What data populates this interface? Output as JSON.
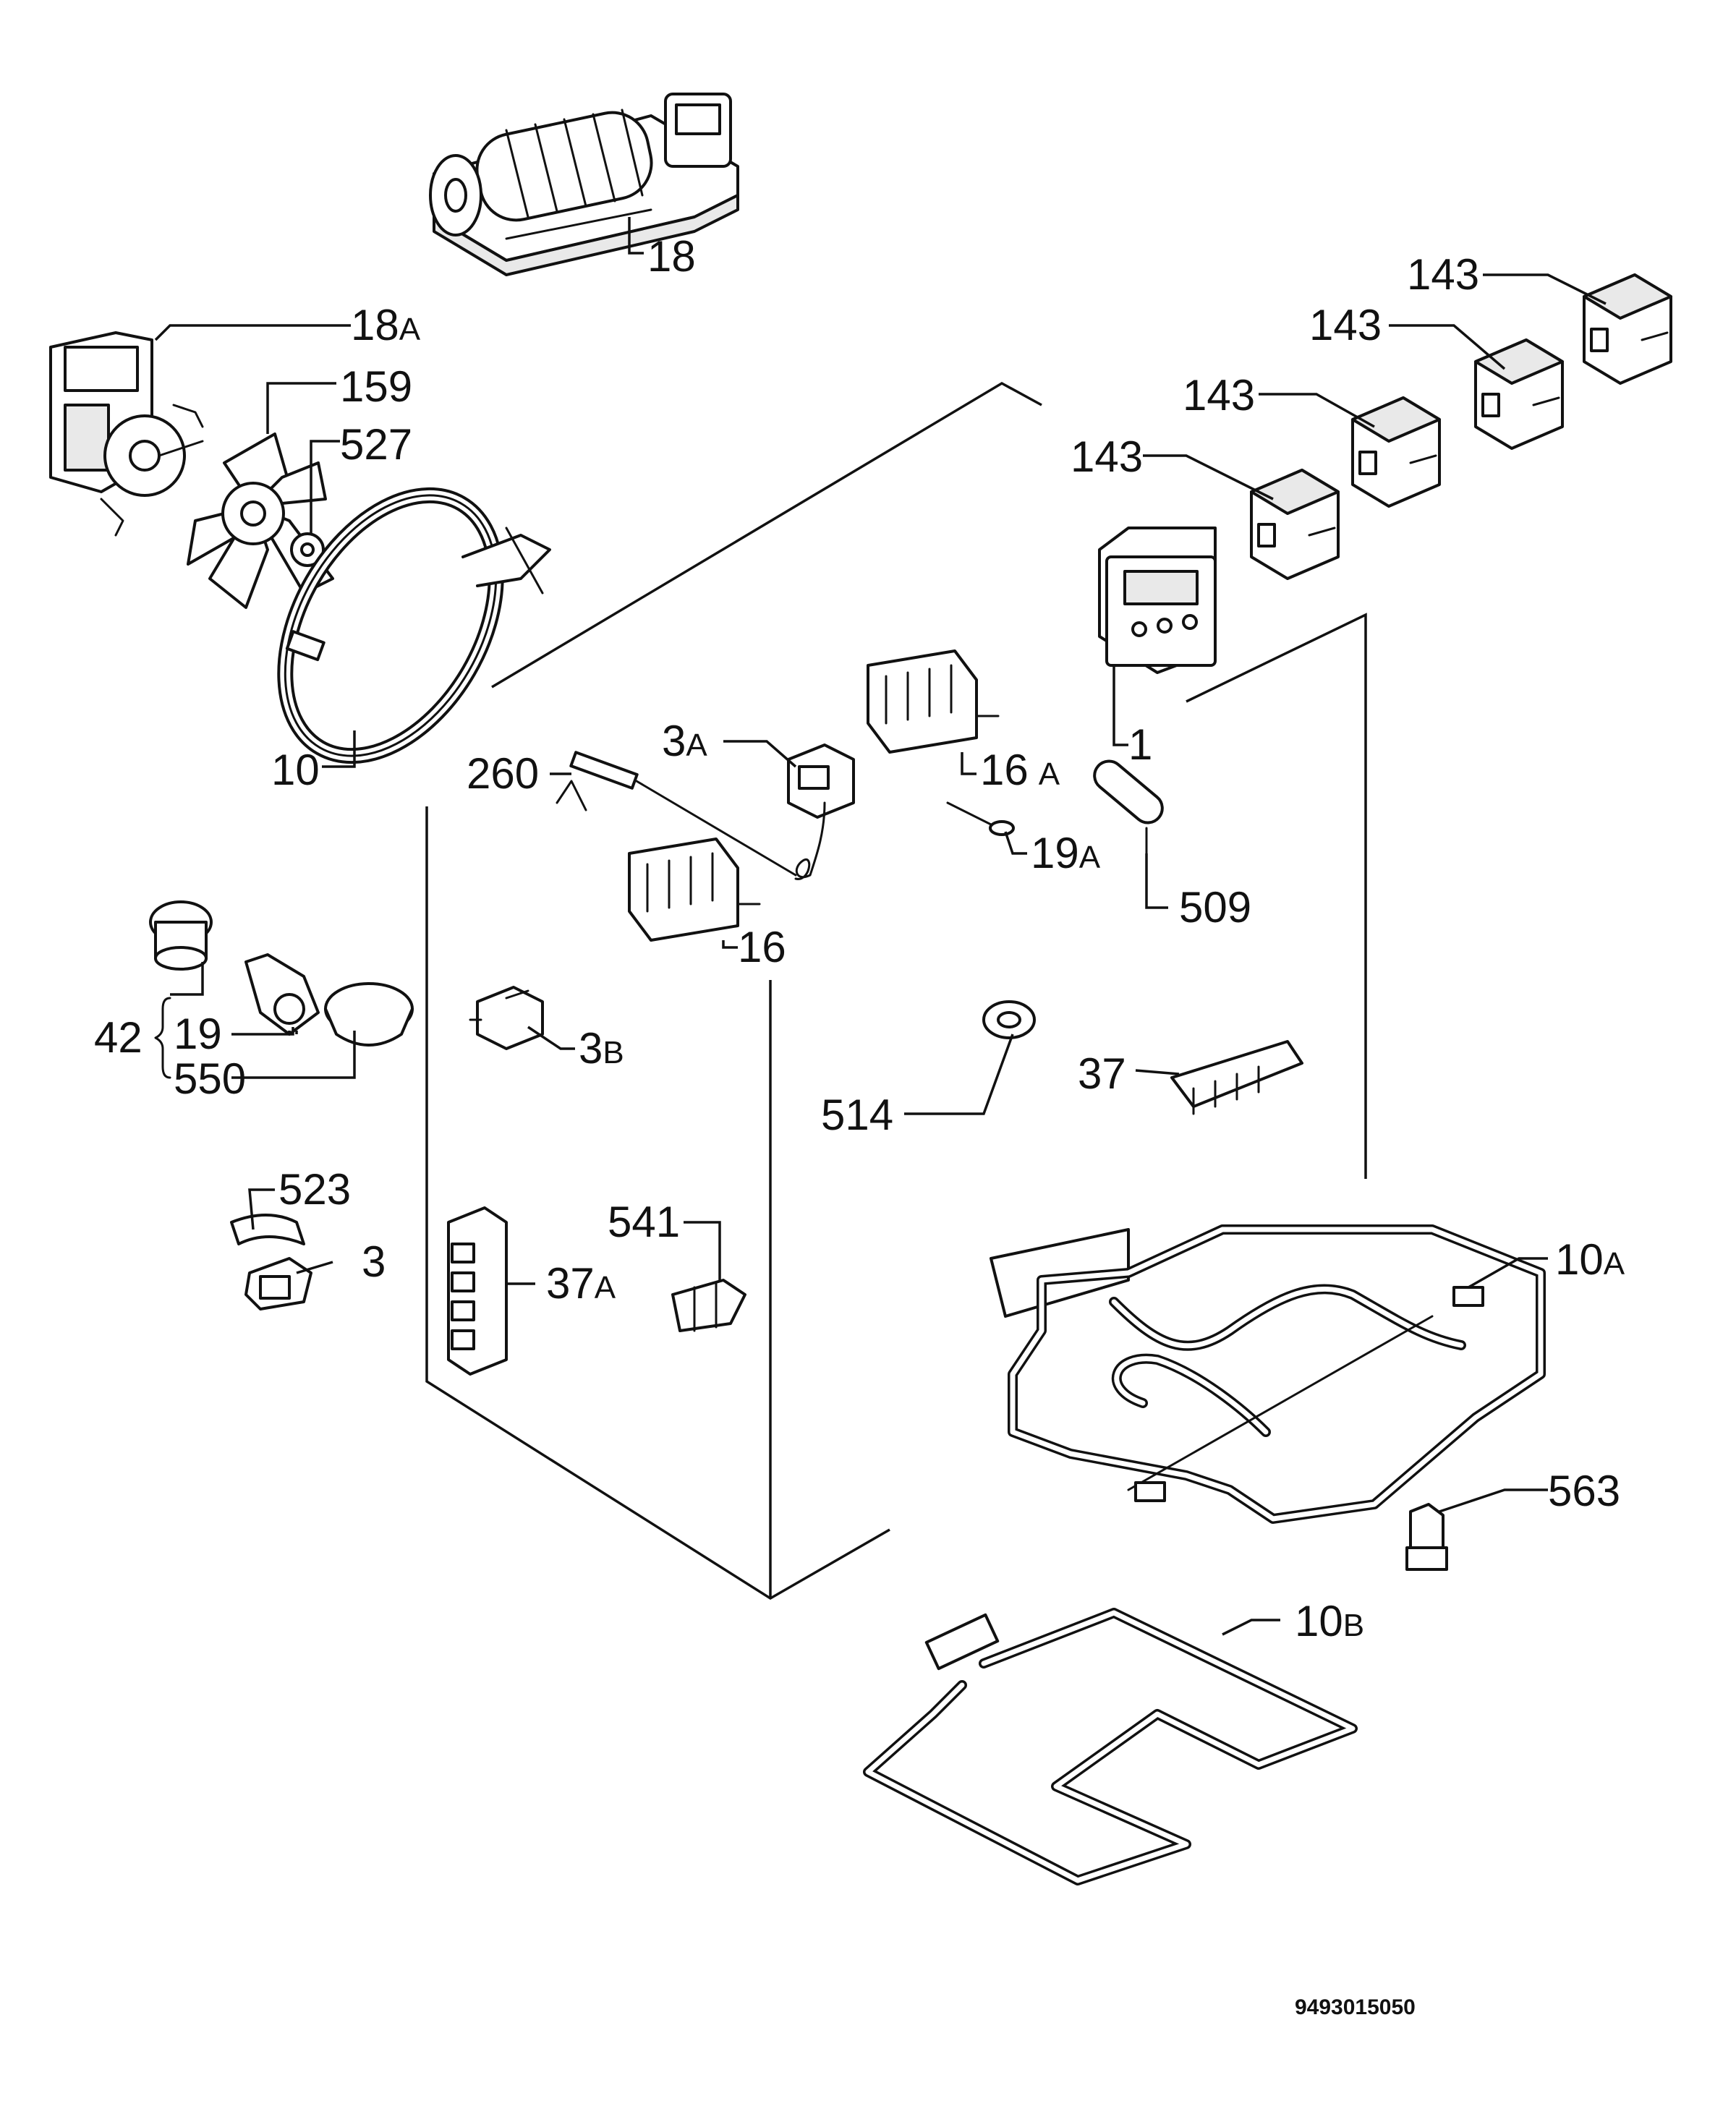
{
  "diagram": {
    "document_number": "9493015050",
    "callouts": {
      "c18": "18",
      "c18a_num": "18",
      "c18a_suf": "A",
      "c159": "159",
      "c527": "527",
      "c10": "10",
      "c143_1": "143",
      "c143_2": "143",
      "c143_3": "143",
      "c143_4": "143",
      "c1": "1",
      "c3a_num": "3",
      "c3a_suf": "A",
      "c16a_num": "16",
      "c16a_suf": "A",
      "c260": "260",
      "c19a_num": "19",
      "c19a_suf": "A",
      "c509": "509",
      "c16": "16",
      "c42": "42",
      "c19": "19",
      "c550": "550",
      "c3b_num": "3",
      "c3b_suf": "B",
      "c514": "514",
      "c37": "37",
      "c523": "523",
      "c3": "3",
      "c541": "541",
      "c37a_num": "37",
      "c37a_suf": "A",
      "c10a_num": "10",
      "c10a_suf": "A",
      "c563": "563",
      "c10b_num": "10",
      "c10b_suf": "B"
    }
  }
}
